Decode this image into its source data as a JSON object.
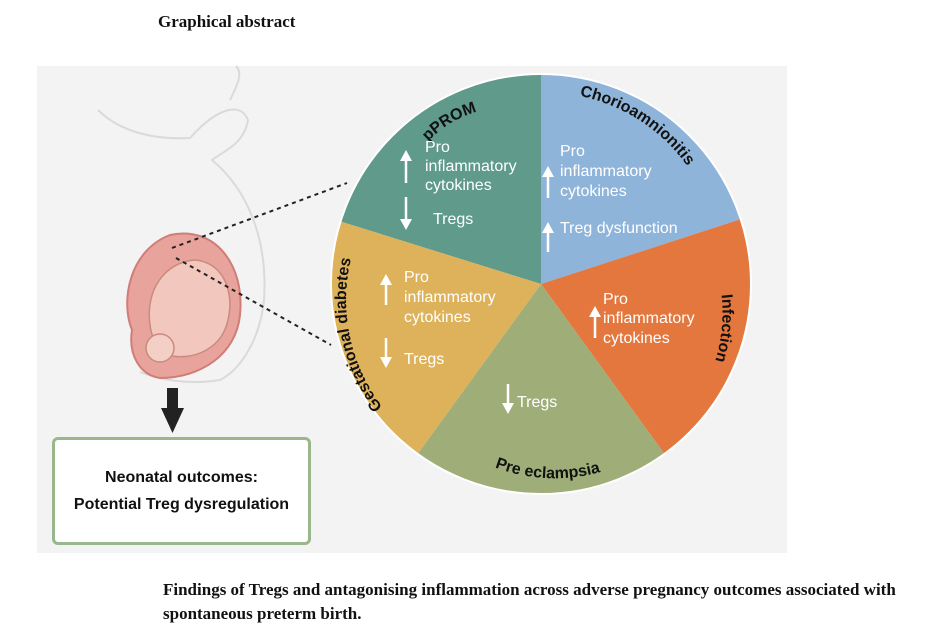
{
  "heading": "Graphical abstract",
  "wheel": {
    "segments": [
      {
        "id": "pprom",
        "label": "pPROM",
        "color": "#5f9a8b",
        "findings": [
          {
            "dir": "up",
            "lines": [
              "Pro",
              "inflammatory",
              "cytokines"
            ]
          },
          {
            "dir": "down",
            "lines": [
              "Tregs"
            ]
          }
        ]
      },
      {
        "id": "chorio",
        "label": "Chorioamnionitis",
        "color": "#8fb4d9",
        "findings": [
          {
            "dir": "up",
            "lines": [
              "Pro",
              "inflammatory",
              "cytokines"
            ]
          },
          {
            "dir": "up",
            "lines": [
              "Treg dysfunction"
            ]
          }
        ]
      },
      {
        "id": "infection",
        "label": "Infection",
        "color": "#e4773d",
        "findings": [
          {
            "dir": "up",
            "lines": [
              "Pro",
              "inflammatory",
              "cytokines"
            ]
          }
        ]
      },
      {
        "id": "preeclampsia",
        "label": "Pre eclampsia",
        "color": "#9fae79",
        "findings": [
          {
            "dir": "down",
            "lines": [
              "Tregs"
            ]
          }
        ]
      },
      {
        "id": "gdm",
        "label": "Gestational diabetes",
        "color": "#deb25a",
        "findings": [
          {
            "dir": "up",
            "lines": [
              "Pro",
              "inflammatory",
              "cytokines"
            ]
          },
          {
            "dir": "down",
            "lines": [
              "Tregs"
            ]
          }
        ]
      }
    ]
  },
  "outcome": {
    "line1": "Neonatal outcomes:",
    "line2": "Potential Treg dysregulation"
  },
  "caption": "Findings of Tregs and antagonising inflammation across adverse pregnancy outcomes associated with spontaneous preterm birth."
}
